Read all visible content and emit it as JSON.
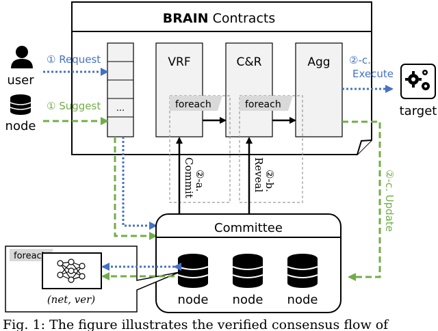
{
  "diagram": {
    "contract_title_bold": "BRAIN",
    "contract_title_rest": " Contracts",
    "modules": {
      "vrf": "VRF",
      "cr": "C&R",
      "agg": "Agg"
    },
    "queue_ellipsis": "...",
    "foreach": "foreach",
    "actors": {
      "user": "user",
      "node": "node",
      "target": "target"
    },
    "flows": {
      "request": "① Request",
      "suggest": "① Suggest",
      "execute_step": "②-c.",
      "execute": "Execute",
      "commit_step": "②-a.",
      "commit": "Commit",
      "reveal_step": "②-b.",
      "reveal": "Reveal",
      "update": "②-c. Update"
    },
    "committee": {
      "title": "Committee",
      "nodes": [
        "node",
        "node",
        "node"
      ]
    },
    "callout": {
      "foreach": "foreach",
      "model_caption": "(net, ver)"
    },
    "caption_fragment": "Fig. 1: The figure illustrates the verified consensus flow of"
  },
  "colors": {
    "blue": "#4472c4",
    "green": "#70ad47",
    "gray_fill": "#f2f2f2",
    "black": "#000000"
  }
}
